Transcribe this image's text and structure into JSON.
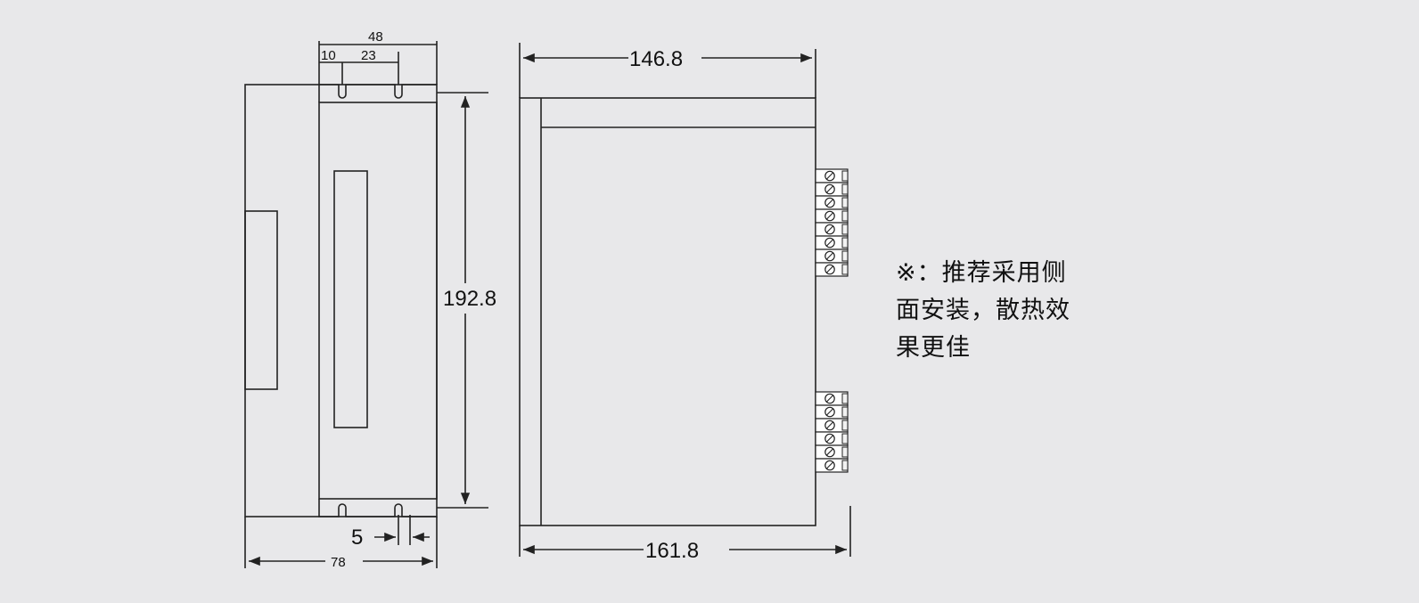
{
  "dimensions": {
    "front_width_overall": "48",
    "front_offset_a": "10",
    "front_offset_b": "23",
    "front_height": "192.8",
    "slot_width": "5",
    "base_width": "78",
    "side_length_top": "146.8",
    "side_length_bottom": "161.8"
  },
  "note": {
    "line1": "※：推荐采用侧",
    "line2": "面安装，散热效",
    "line3": "果更佳"
  },
  "colors": {
    "background": "#e8e8ea",
    "line": "#222222"
  },
  "terminal_blocks": {
    "upper_count": 8,
    "lower_count": 6
  }
}
